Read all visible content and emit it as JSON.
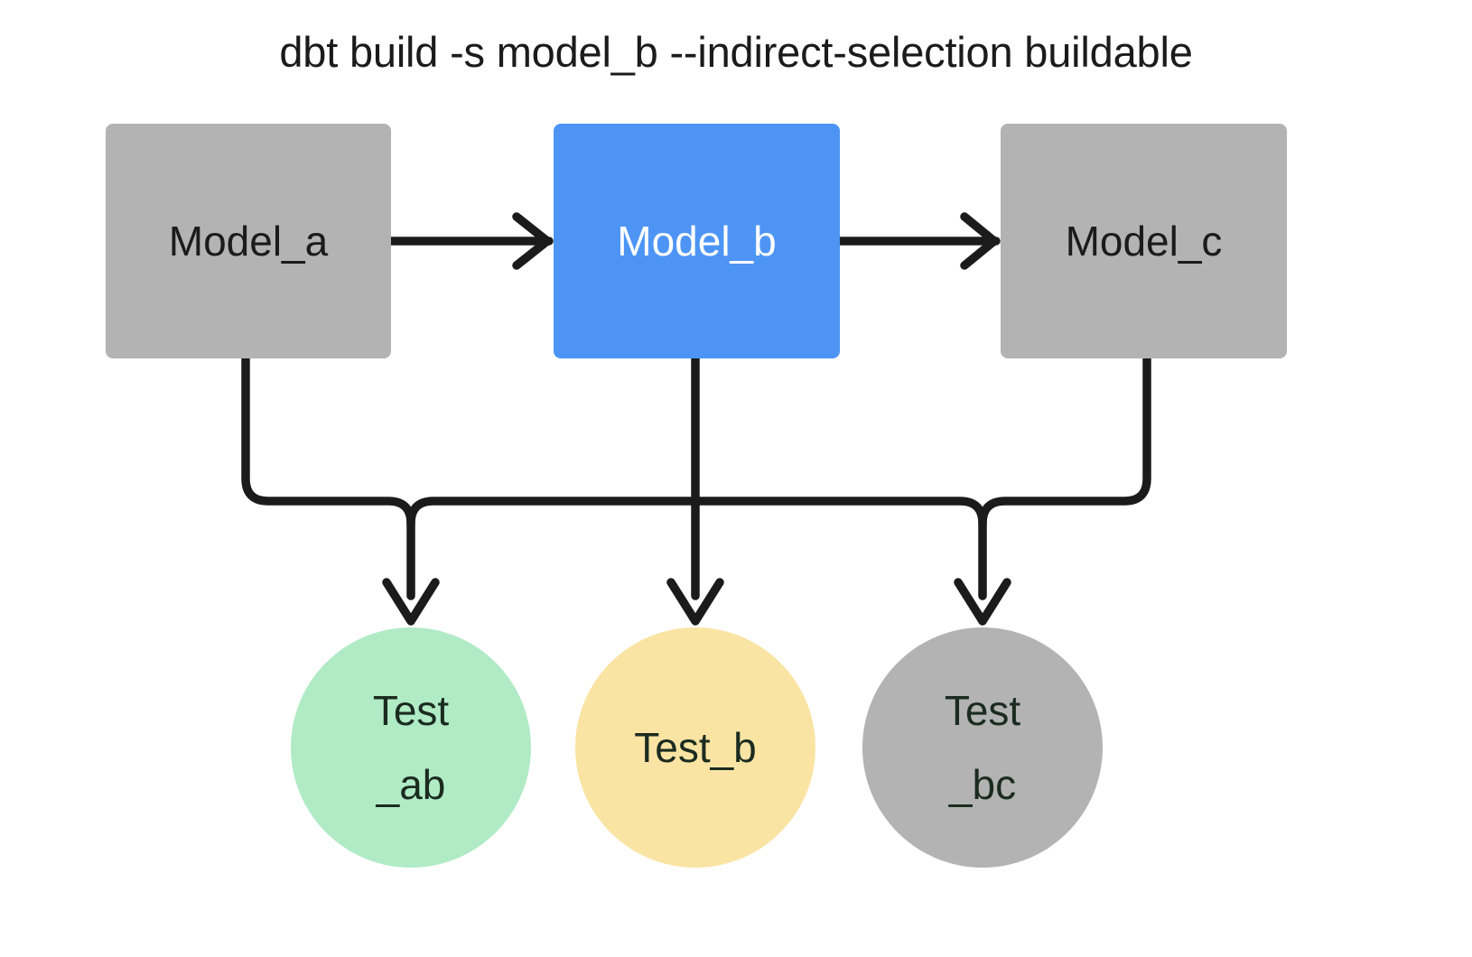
{
  "diagram": {
    "type": "dag",
    "title": "dbt build -s model_b --indirect-selection buildable",
    "background_color": "#ffffff",
    "edge_color": "#1b1b1b",
    "nodes": {
      "model_a": {
        "label": "Model_a",
        "shape": "rectangle",
        "fill": "#b3b3b3",
        "text_color": "#1b1b1b"
      },
      "model_b": {
        "label": "Model_b",
        "shape": "rectangle",
        "fill": "#4d94f5",
        "text_color": "#ffffff"
      },
      "model_c": {
        "label": "Model_c",
        "shape": "rectangle",
        "fill": "#b3b3b3",
        "text_color": "#1b1b1b"
      },
      "test_ab": {
        "label_line1": "Test",
        "label_line2": "_ab",
        "shape": "circle",
        "fill": "#b0ebc6",
        "text_color": "#1b2b20"
      },
      "test_b": {
        "label_line1": "Test_b",
        "label_line2": "",
        "shape": "circle",
        "fill": "#fae4a3",
        "text_color": "#1b2b20"
      },
      "test_bc": {
        "label_line1": "Test",
        "label_line2": "_bc",
        "shape": "circle",
        "fill": "#b3b3b3",
        "text_color": "#1b2b20"
      }
    },
    "edges": [
      {
        "id": "model-a-to-model-b",
        "from": "model_a",
        "to": "model_b",
        "style": "straight-arrow"
      },
      {
        "id": "model-b-to-model-c",
        "from": "model_b",
        "to": "model_c",
        "style": "straight-arrow"
      },
      {
        "id": "model-a-to-test-ab",
        "from": "model_a",
        "to": "test_ab",
        "style": "elbow-arrow"
      },
      {
        "id": "model-b-to-test-ab",
        "from": "model_b",
        "to": "test_ab",
        "style": "elbow-arrow"
      },
      {
        "id": "model-b-to-test-b",
        "from": "model_b",
        "to": "test_b",
        "style": "straight-arrow"
      },
      {
        "id": "model-b-to-test-bc",
        "from": "model_b",
        "to": "test_bc",
        "style": "elbow-arrow"
      },
      {
        "id": "model-c-to-test-bc",
        "from": "model_c",
        "to": "test_bc",
        "style": "elbow-arrow"
      }
    ]
  }
}
